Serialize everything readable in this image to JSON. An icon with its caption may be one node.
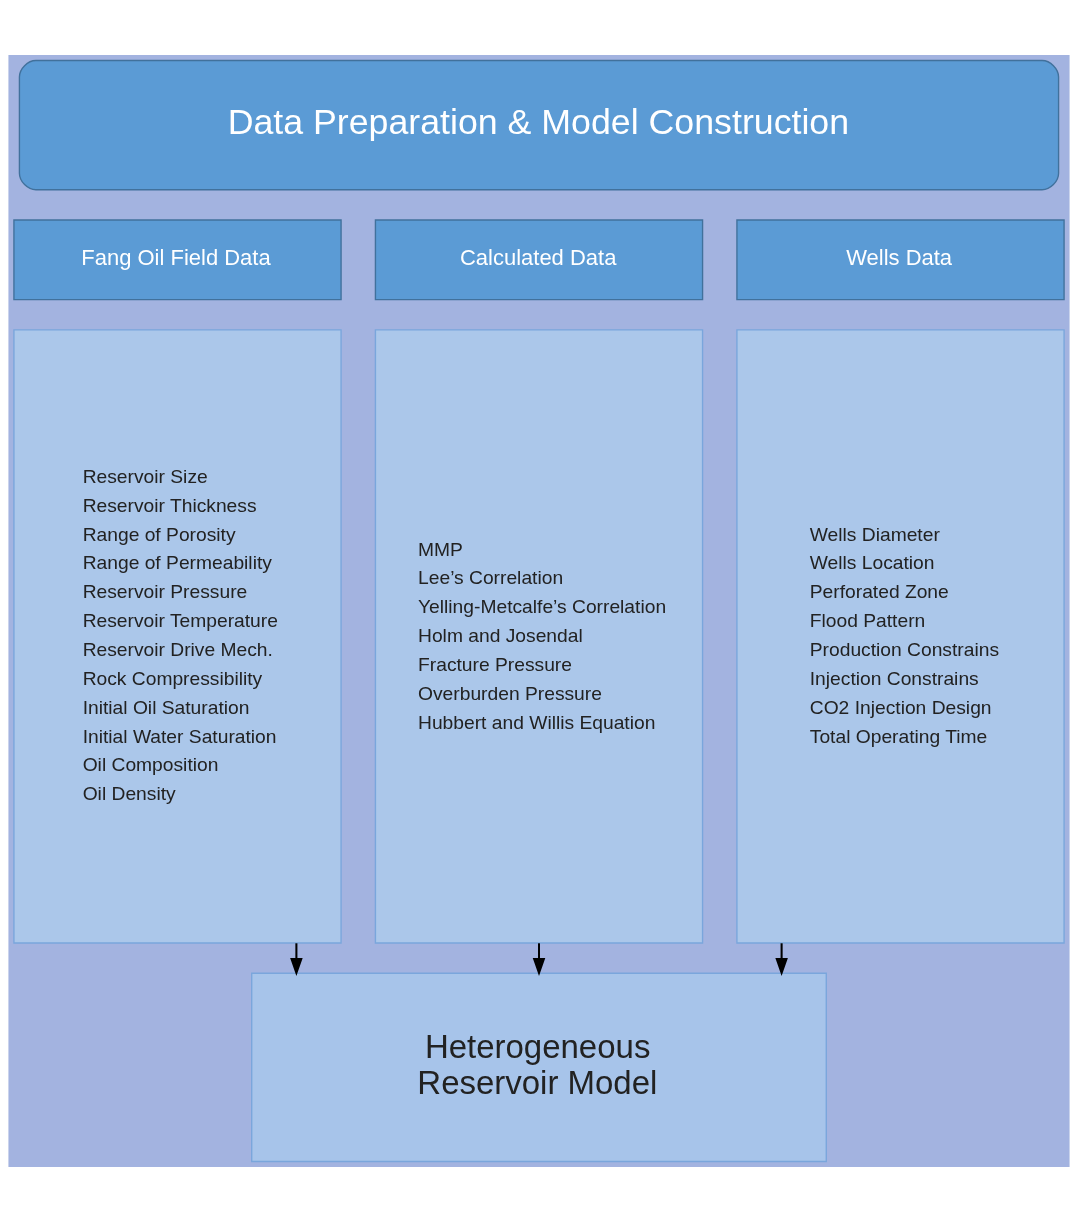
{
  "diagram": {
    "nodes": [
      {
        "text": [
          "Data Preparation & Model Construction"
        ]
      },
      {
        "text": [
          "Fang Oil Field Data"
        ]
      },
      {
        "text": [
          "Calculated Data"
        ]
      },
      {
        "text": [
          "Wells Data"
        ]
      },
      {
        "text": [
          "Reservoir Size",
          "Reservoir Thickness",
          "Range of Porosity",
          "Range of Permeability",
          "Reservoir Pressure",
          "Reservoir Temperature",
          "Reservoir Drive Mech.",
          "Rock Compressibility",
          "Initial Oil Saturation",
          "Initial Water Saturation",
          "Oil Composition",
          "Oil Density"
        ]
      },
      {
        "text": [
          "MMP",
          "Lee’s Correlation",
          "Yelling-Metcalfe’s Correlation",
          "Holm and Josendal",
          "Fracture Pressure",
          "Overburden Pressure",
          "Hubbert and Willis Equation"
        ]
      },
      {
        "text": [
          "Wells Diameter",
          "Wells Location",
          "Perforated Zone",
          "Flood Pattern",
          "Production Constrains",
          "Injection Constrains",
          "CO2 Injection Design",
          "Total Operating Time"
        ]
      },
      {
        "text": [
          "Heterogeneous Reservoir Model"
        ]
      }
    ],
    "edges": [
      {
        "from": 4,
        "to": 7,
        "arrow": "to"
      },
      {
        "from": 5,
        "to": 7,
        "arrow": "to"
      },
      {
        "from": 6,
        "to": 7,
        "arrow": "to"
      }
    ]
  }
}
